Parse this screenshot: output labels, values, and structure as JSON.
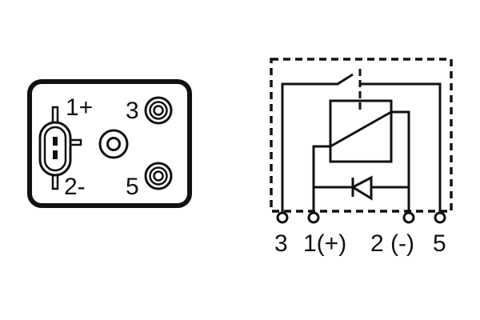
{
  "diagram": {
    "type": "relay-pinout",
    "stroke_color": "#111111",
    "background": "#ffffff"
  },
  "connector_view": {
    "pins": [
      {
        "id": "1",
        "label": "1+"
      },
      {
        "id": "2",
        "label": "2-"
      },
      {
        "id": "3",
        "label": "3"
      },
      {
        "id": "5",
        "label": "5"
      }
    ]
  },
  "schematic": {
    "terminals": [
      {
        "id": "3",
        "label": "3"
      },
      {
        "id": "1",
        "label": "1(+)"
      },
      {
        "id": "2",
        "label": "2 (-)"
      },
      {
        "id": "5",
        "label": "5"
      }
    ],
    "components": [
      "switch",
      "coil",
      "diode"
    ]
  }
}
